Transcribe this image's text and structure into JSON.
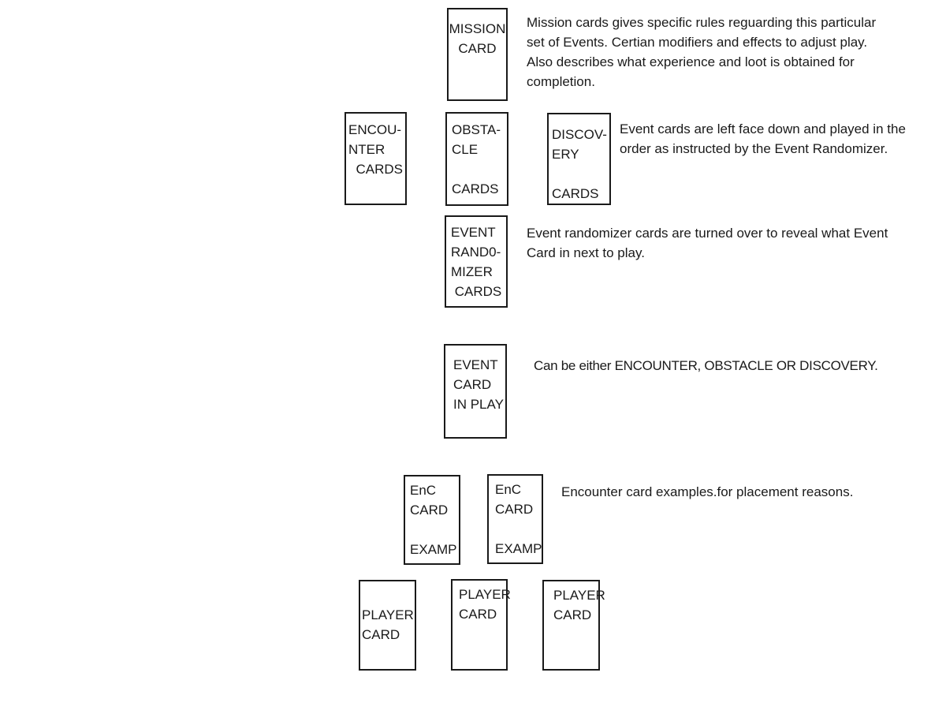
{
  "diagram": {
    "title": "card-layout-diagram",
    "colors": {
      "background": "#ffffff",
      "line": "#1a1a1a",
      "text": "#1a1a1a"
    },
    "cards": [
      {
        "name": "mission-card",
        "lines": [
          "MISSION",
          "CARD"
        ]
      },
      {
        "name": "encounter-cards",
        "lines": [
          "ENCOU-",
          "NTER",
          "  CARDS"
        ]
      },
      {
        "name": "obstacle-cards",
        "lines": [
          "OBSTA-",
          "CLE",
          "    CARDS"
        ]
      },
      {
        "name": "discovery-cards",
        "lines": [
          "DISCOV-",
          "ERY",
          "   CARDS"
        ]
      },
      {
        "name": "event-randomizer-cards",
        "lines": [
          "EVENT",
          "RAND0-",
          "MIZER",
          " CARDS"
        ]
      },
      {
        "name": "event-card-in-play",
        "lines": [
          "EVENT",
          "CARD",
          "IN PLAY"
        ]
      },
      {
        "name": "enc-card-example-1",
        "lines": [
          "EnC",
          "CARD",
          "",
          "EXAMP"
        ]
      },
      {
        "name": "enc-card-example-2",
        "lines": [
          "EnC",
          "CARD",
          "",
          "EXAMP"
        ]
      },
      {
        "name": "player-card-1",
        "lines": [
          "  PLAYER",
          "CARD"
        ]
      },
      {
        "name": "player-card-2",
        "lines": [
          "PLAYER",
          "CARD"
        ]
      },
      {
        "name": "player-card-3",
        "lines": [
          "PLAYER",
          "CARD"
        ]
      }
    ],
    "notes": [
      {
        "name": "mission-note",
        "lines": [
          "Mission cards gives specific rules reguarding this particular",
          "set of Events. Certian modifiers and effects to adjust play.",
          "Also describes what experience and loot is obtained for",
          "completion."
        ]
      },
      {
        "name": "event-cards-note",
        "lines": [
          "Event cards are left face down and played in the",
          "order as instructed by the Event Randomizer."
        ]
      },
      {
        "name": "event-randomizer-note",
        "lines": [
          "Event randomizer cards are turned over to reveal what Event",
          "Card in next to play."
        ]
      },
      {
        "name": "event-in-play-note",
        "lines": [
          "Can be either ENCOUNTER, OBSTACLE OR DISCOVERY."
        ]
      },
      {
        "name": "enc-example-note",
        "lines": [
          "Encounter card examples.for placement reasons."
        ]
      }
    ]
  }
}
